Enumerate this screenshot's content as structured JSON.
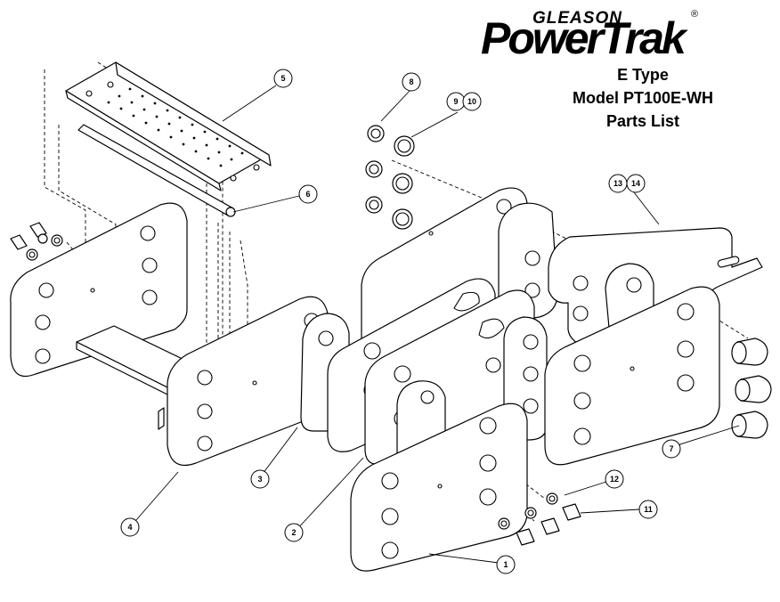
{
  "logo": {
    "brand_small": "GLEASON",
    "brand_big": "PowerTrak",
    "registered": "®"
  },
  "heading": {
    "line1": "E Type",
    "line2": "Model PT100E-WH",
    "line3": "Parts List"
  },
  "callouts": [
    "1",
    "2",
    "3",
    "4",
    "5",
    "6",
    "7",
    "8",
    "9",
    "10",
    "11",
    "12",
    "13",
    "14"
  ]
}
